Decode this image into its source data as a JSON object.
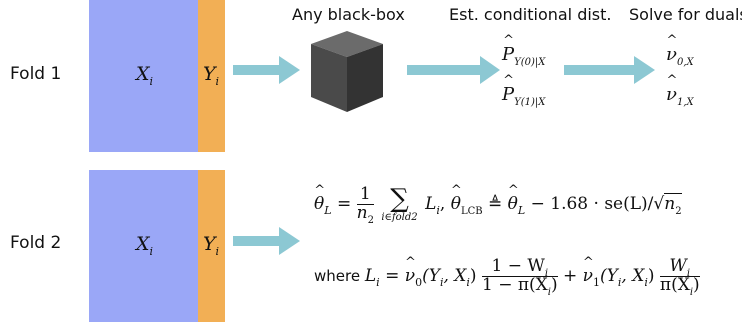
{
  "fold1": {
    "label": "Fold 1",
    "x_block": "X",
    "x_sub": "i",
    "y_block": "Y",
    "y_sub": "i"
  },
  "fold2": {
    "label": "Fold 2",
    "x_block": "X",
    "x_sub": "i",
    "y_block": "Y",
    "y_sub": "i"
  },
  "steps": {
    "blackbox_heading": "Any black-box",
    "conditional_heading": "Est. conditional dist.",
    "duals_heading": "Solve for duals"
  },
  "conditional": {
    "p0_main": "P",
    "p0_sub": "Y(0)|X",
    "p1_main": "P",
    "p1_sub": "Y(1)|X"
  },
  "duals": {
    "nu0_main": "ν",
    "nu0_sub": "0,X",
    "nu1_main": "ν",
    "nu1_sub": "1,X"
  },
  "formula1": {
    "theta_L": "θ",
    "sub_L": "L",
    "eq": "=",
    "frac_num": "1",
    "frac_den": "n",
    "frac_den_sub": "2",
    "sum_symbol": "∑",
    "sum_index": "i∈fold2",
    "summand": "L",
    "summand_sub": "i",
    "sep": ",",
    "theta_lcb": "θ",
    "sub_lcb": "LCB",
    "defeq": "≜",
    "rhs_theta": "θ",
    "rhs_sub": "L",
    "rhs_minus": "− 1.68 · se(L)/",
    "sqrt_symbol": "√",
    "sqrt_arg": "n",
    "sqrt_arg_sub": "2"
  },
  "formula2": {
    "where": "where ",
    "L": "L",
    "L_sub": "i",
    "eq": " = ",
    "nu0": "ν",
    "nu0_sub": "0",
    "nu0_args": "(Y",
    "nu0_args_sub": "i",
    "nu0_args_mid": ", X",
    "nu0_args_sub2": "i",
    "nu0_args_end": ")",
    "frac1_num": "1 − W",
    "frac1_num_sub": "i",
    "frac1_den": "1 − π(X",
    "frac1_den_sub": "i",
    "frac1_den_end": ")",
    "plus": " + ",
    "nu1": "ν",
    "nu1_sub": "1",
    "nu1_args": "(Y",
    "nu1_args_sub": "i",
    "nu1_args_mid": ", X",
    "nu1_args_sub2": "i",
    "nu1_args_end": ")",
    "frac2_num": "W",
    "frac2_num_sub": "i",
    "frac2_den": "π(X",
    "frac2_den_sub": "i",
    "frac2_den_end": ")"
  },
  "colors": {
    "x_block": "#9AA7F7",
    "y_block": "#F2AF55",
    "arrow": "#8CC8D3",
    "cube": "#444444"
  }
}
